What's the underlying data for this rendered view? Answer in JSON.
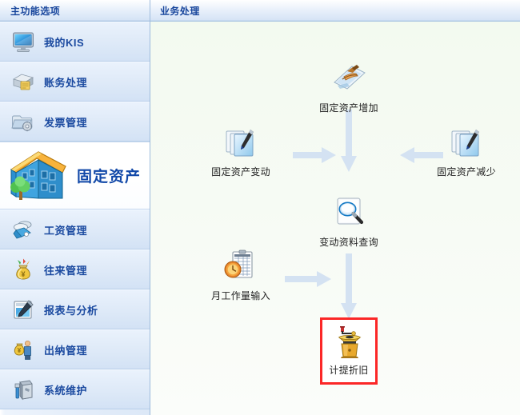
{
  "sidebar": {
    "header": "主功能选项",
    "items": [
      {
        "label": "我的KIS",
        "icon": "monitor-icon",
        "selected": false
      },
      {
        "label": "账务处理",
        "icon": "ledger-icon",
        "selected": false
      },
      {
        "label": "发票管理",
        "icon": "invoice-folder-icon",
        "selected": false
      },
      {
        "label": "固定资产",
        "icon": "house-icon",
        "selected": true
      },
      {
        "label": "工资管理",
        "icon": "payroll-icon",
        "selected": false
      },
      {
        "label": "往来管理",
        "icon": "moneybag-icon",
        "selected": false
      },
      {
        "label": "报表与分析",
        "icon": "report-icon",
        "selected": false
      },
      {
        "label": "出纳管理",
        "icon": "cashier-icon",
        "selected": false
      },
      {
        "label": "系统维护",
        "icon": "maintenance-icon",
        "selected": false
      }
    ]
  },
  "main": {
    "header": "业务处理",
    "nodes": [
      {
        "id": "asset-add",
        "label": "固定资产增加",
        "icon": "asset-add-icon",
        "highlighted": false
      },
      {
        "id": "asset-change",
        "label": "固定资产变动",
        "icon": "asset-change-icon",
        "highlighted": false
      },
      {
        "id": "asset-reduce",
        "label": "固定资产减少",
        "icon": "asset-reduce-icon",
        "highlighted": false
      },
      {
        "id": "change-query",
        "label": "变动资料查询",
        "icon": "magnifier-icon",
        "highlighted": false
      },
      {
        "id": "workload",
        "label": "月工作量输入",
        "icon": "clipboard-clock-icon",
        "highlighted": false
      },
      {
        "id": "depreciation",
        "label": "计提折旧",
        "icon": "grinder-icon",
        "highlighted": true
      }
    ]
  },
  "colors": {
    "arrow": "#d4e2f2",
    "highlight_border": "#fb2727",
    "header_text": "#17459c",
    "sidebar_label": "#1b4aa0",
    "selected_label": "#1148a8",
    "main_bg": "#f5fbf2"
  }
}
